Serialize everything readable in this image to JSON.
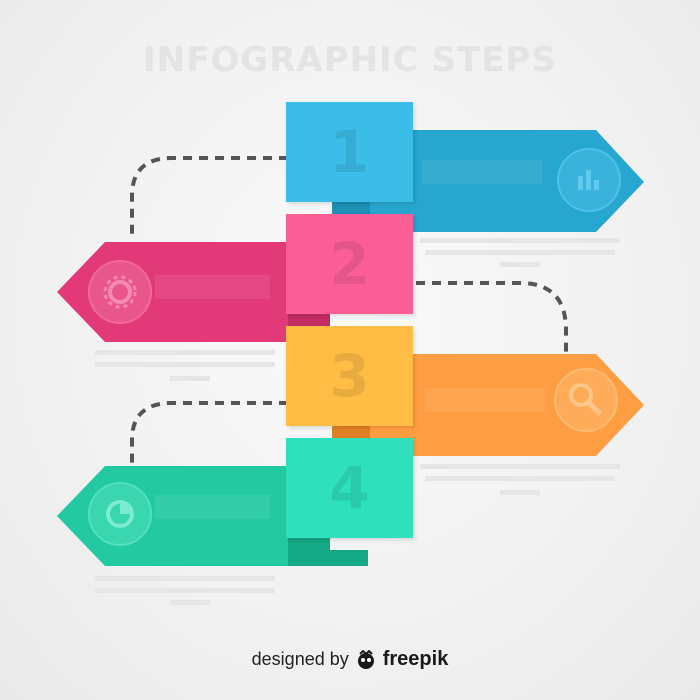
{
  "title": "INFOGRAPHIC STEPS",
  "steps": [
    {
      "number": "1",
      "color": "#3bbde8",
      "arrow_color": "#27a6cf",
      "icon": "bar-chart-icon"
    },
    {
      "number": "2",
      "color": "#fb5e96",
      "arrow_color": "#e23a79",
      "icon": "gear-icon"
    },
    {
      "number": "3",
      "color": "#ffbd45",
      "arrow_color": "#ff9d43",
      "icon": "magnifier-icon"
    },
    {
      "number": "4",
      "color": "#2fe0bc",
      "arrow_color": "#22c9a1",
      "icon": "pie-chart-icon"
    }
  ],
  "credit": {
    "prefix": "designed by",
    "brand": "freepik"
  }
}
